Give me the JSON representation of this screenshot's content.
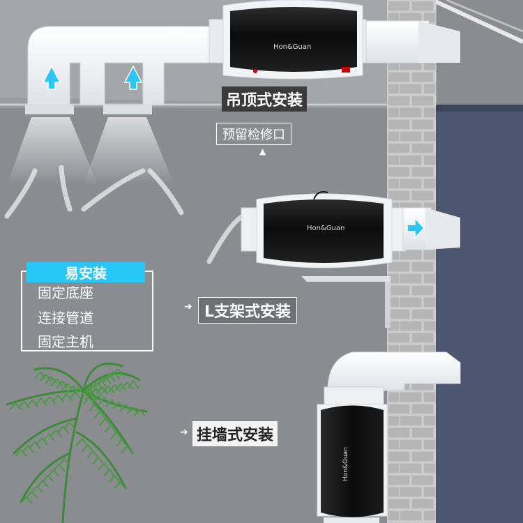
{
  "labels": {
    "ceiling_install": "吊顶式安装",
    "service_opening": "预留检修口",
    "easy_install_title": "易安装",
    "steps": [
      "固定底座",
      "连接管道",
      "固定主机"
    ],
    "bracket_install": "L支架式安装",
    "wall_install": "挂墙式安装"
  },
  "brand": "Hon&Guan",
  "icons": {
    "up_arrow": "up-arrow-icon",
    "right_arrow": "right-arrow-icon",
    "small_up_arrow": "small-up-arrow-icon",
    "bullet_arrow": "bullet-arrow-icon"
  },
  "colors": {
    "accent_cyan": "#26c6f6",
    "wall_gray": "#8d8f93",
    "brick": "#bdbdbd",
    "window_navy": "#4b5670",
    "fan_black": "#111111",
    "duct_white": "#f2f4f6"
  }
}
